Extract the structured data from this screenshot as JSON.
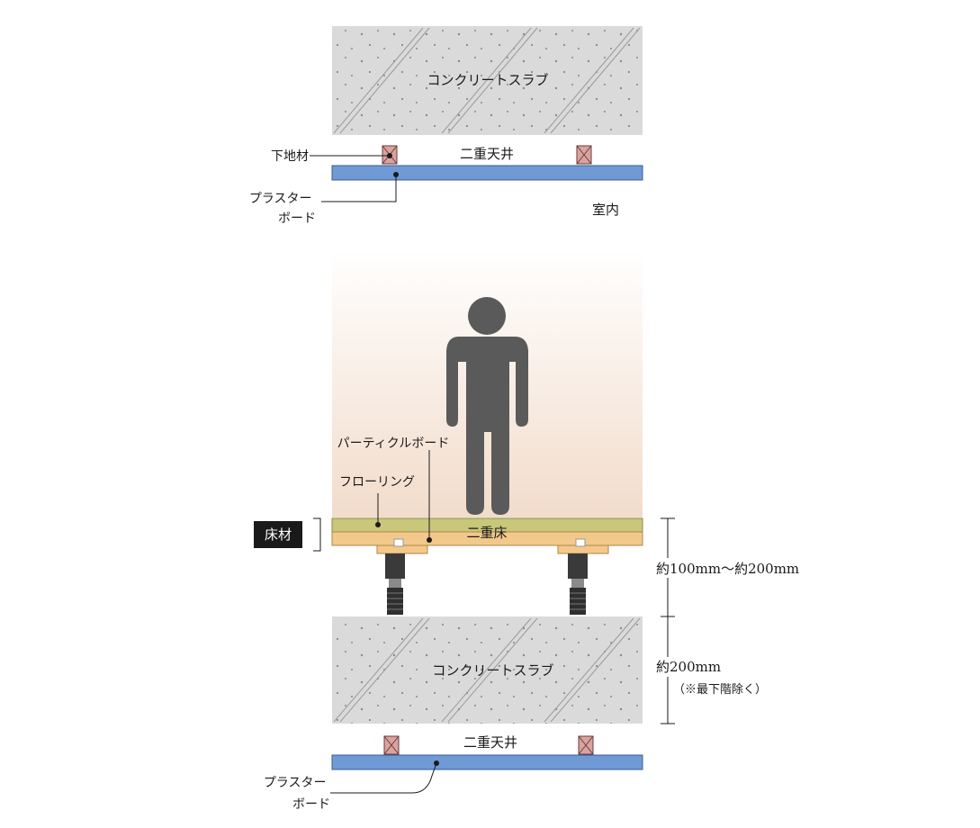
{
  "labels": {
    "slab_top": "コンクリートスラブ",
    "double_ceiling_top": "二重天井",
    "substrate": "下地材",
    "plaster_board_top": "プラスター\nボード",
    "room": "室内",
    "particle_board": "パーティクルボード",
    "flooring": "フローリング",
    "floor_material": "床材",
    "double_floor": "二重床",
    "dim_floor": "約100mm〜約200mm",
    "slab_bottom": "コンクリートスラブ",
    "dim_slab": "約200mm",
    "dim_slab_note": "（※最下階除く）",
    "double_ceiling_bottom": "二重天井",
    "plaster_board_bottom": "プラスター\nボード"
  },
  "colors": {
    "concrete": "#d9d9d9",
    "plaster_board": "#6f9ad6",
    "substrate": "#d9a3a0",
    "flooring": "#c9c77a",
    "particle_board": "#f2c98a",
    "room_gradient_top": "#ffffff",
    "room_gradient_bottom": "#f3dfcf",
    "person": "#5a5a5a",
    "badge": "#1a1a1a"
  }
}
